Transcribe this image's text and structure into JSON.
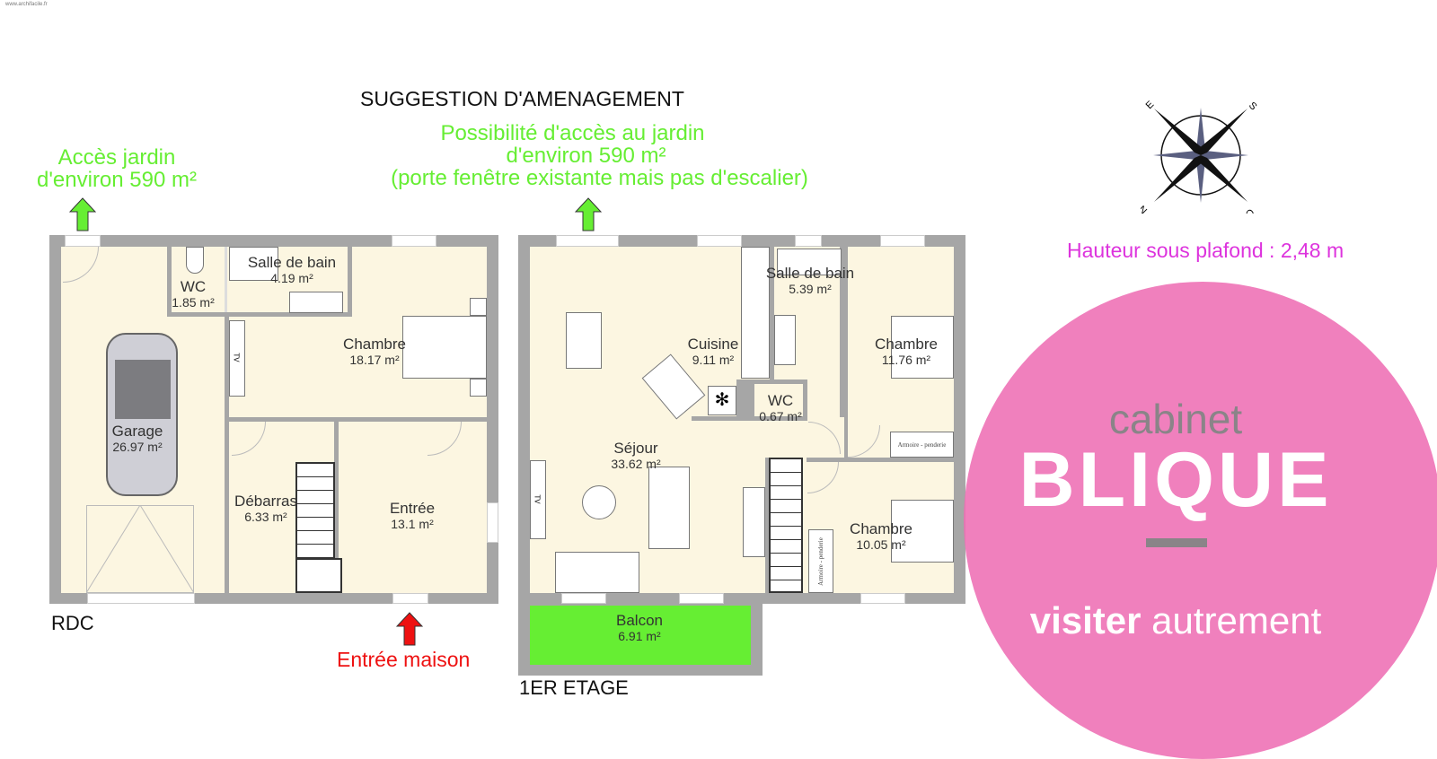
{
  "watermark": "www.archifacile.fr",
  "title": "SUGGESTION D'AMENAGEMENT",
  "garden_left": {
    "line1": "Accès jardin",
    "line2": "d'environ 590 m²"
  },
  "garden_center": {
    "line1": "Possibilité d'accès au jardin",
    "line2": "d'environ 590 m²",
    "line3": "(porte fenêtre existante mais pas d'escalier)"
  },
  "ceiling_height": "Hauteur sous plafond : 2,48 m",
  "compass": {
    "labels": [
      "E",
      "S",
      "N",
      "O"
    ]
  },
  "rdc": {
    "label": "RDC",
    "entrance": "Entrée maison",
    "rooms": [
      {
        "name": "WC",
        "area": "1.85 m²"
      },
      {
        "name": "Salle de bain",
        "area": "4.19 m²"
      },
      {
        "name": "Chambre",
        "area": "18.17 m²"
      },
      {
        "name": "Garage",
        "area": "26.97 m²"
      },
      {
        "name": "Débarras",
        "area": "6.33 m²"
      },
      {
        "name": "Entrée",
        "area": "13.1 m²"
      }
    ],
    "tv": "TV"
  },
  "etage": {
    "label": "1ER ETAGE",
    "rooms": [
      {
        "name": "Salle de bain",
        "area": "5.39 m²"
      },
      {
        "name": "Cuisine",
        "area": "9.11 m²"
      },
      {
        "name": "Chambre",
        "area": "11.76 m²"
      },
      {
        "name": "WC",
        "area": "0.67 m²"
      },
      {
        "name": "Séjour",
        "area": "33.62 m²"
      },
      {
        "name": "Chambre",
        "area": "10.05 m²"
      },
      {
        "name": "Balcon",
        "area": "6.91 m²"
      }
    ],
    "wardrobe1": "Armoire - penderie",
    "wardrobe2": "Armoire - penderie",
    "tv": "TV"
  },
  "logo": {
    "word1": "cabinet",
    "word2": "BLIQUE",
    "tag1": "visiter",
    "tag2": "autrement"
  },
  "colors": {
    "green": "#66ee33",
    "red": "#ee1111",
    "magenta": "#dd33dd",
    "logo_pink": "#f07fbd",
    "wall": "#a6a6a6",
    "floor": "#fcf6e1"
  }
}
